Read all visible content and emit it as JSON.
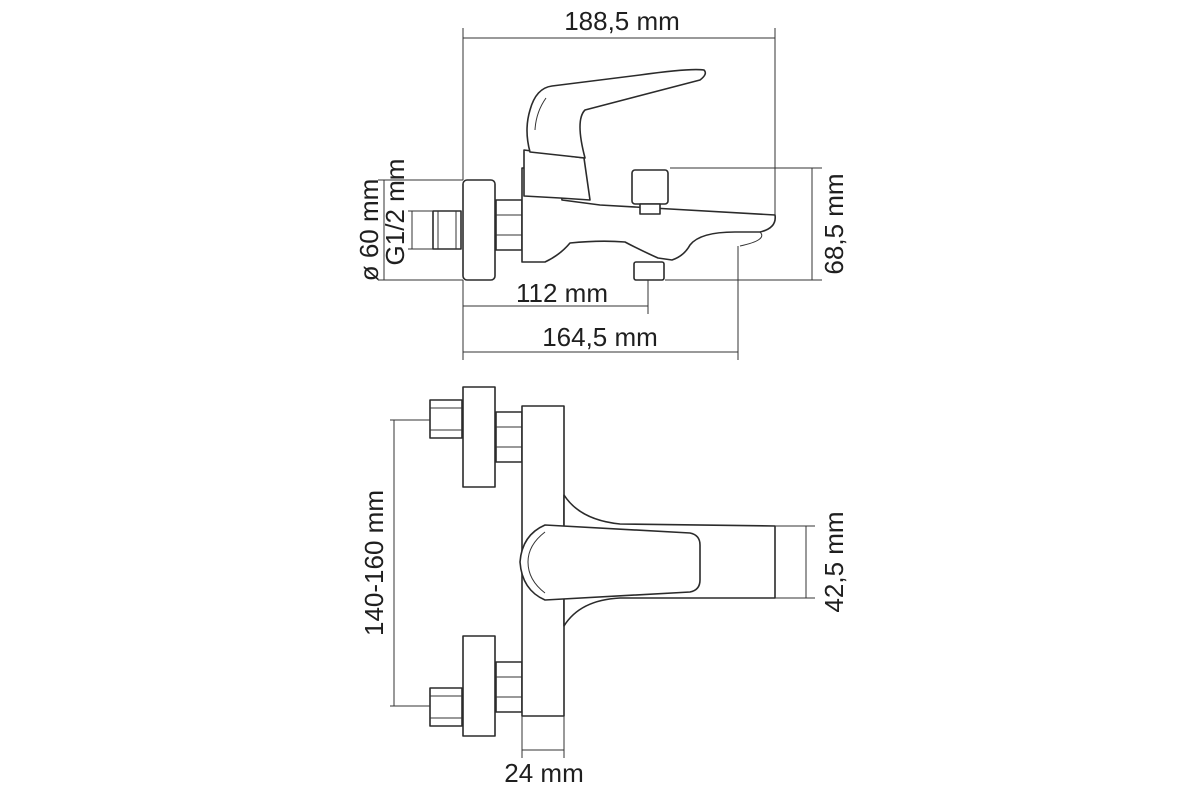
{
  "dimensions": {
    "overall_length": "188,5 mm",
    "flange_diameter": "ø 60 mm",
    "thread": "G1/2 mm",
    "height": "68,5 mm",
    "spout_outlet_offset": "112 mm",
    "spout_reach": "164,5 mm",
    "center_distance": "140-160 mm",
    "spout_width": "42,5 mm",
    "body_depth": "24 mm"
  },
  "colors": {
    "line": "#2b2b2b",
    "background": "#ffffff"
  }
}
